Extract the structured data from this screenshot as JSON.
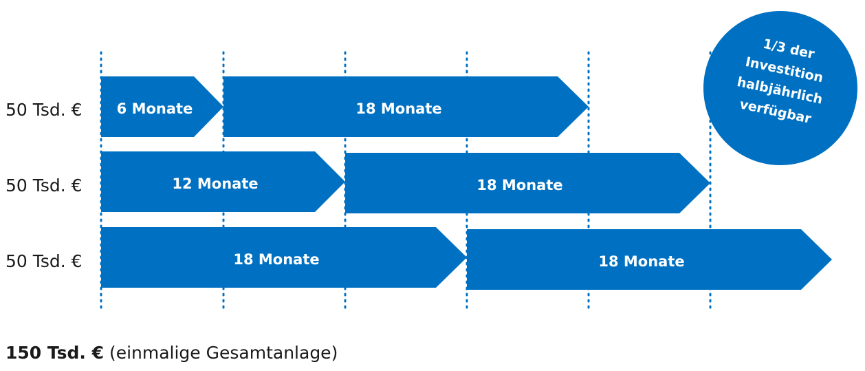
{
  "colors": {
    "bar": "#0071c2",
    "badge": "#0071c2",
    "gridline": "#0071c2",
    "text": "#1a1a1a"
  },
  "rows": [
    {
      "label": "50 Tsd. €",
      "segments": [
        "6 Monate",
        "18 Monate"
      ]
    },
    {
      "label": "50 Tsd. €",
      "segments": [
        "12 Monate",
        "18 Monate"
      ]
    },
    {
      "label": "50 Tsd. €",
      "segments": [
        "18 Monate",
        "18 Monate"
      ]
    }
  ],
  "badge": {
    "lines": [
      "1/3 der",
      "Investition",
      "halbjährlich",
      "verfügbar"
    ]
  },
  "footer": {
    "bold": "150 Tsd. €",
    "rest": " (einmalige Gesamtanlage)"
  }
}
